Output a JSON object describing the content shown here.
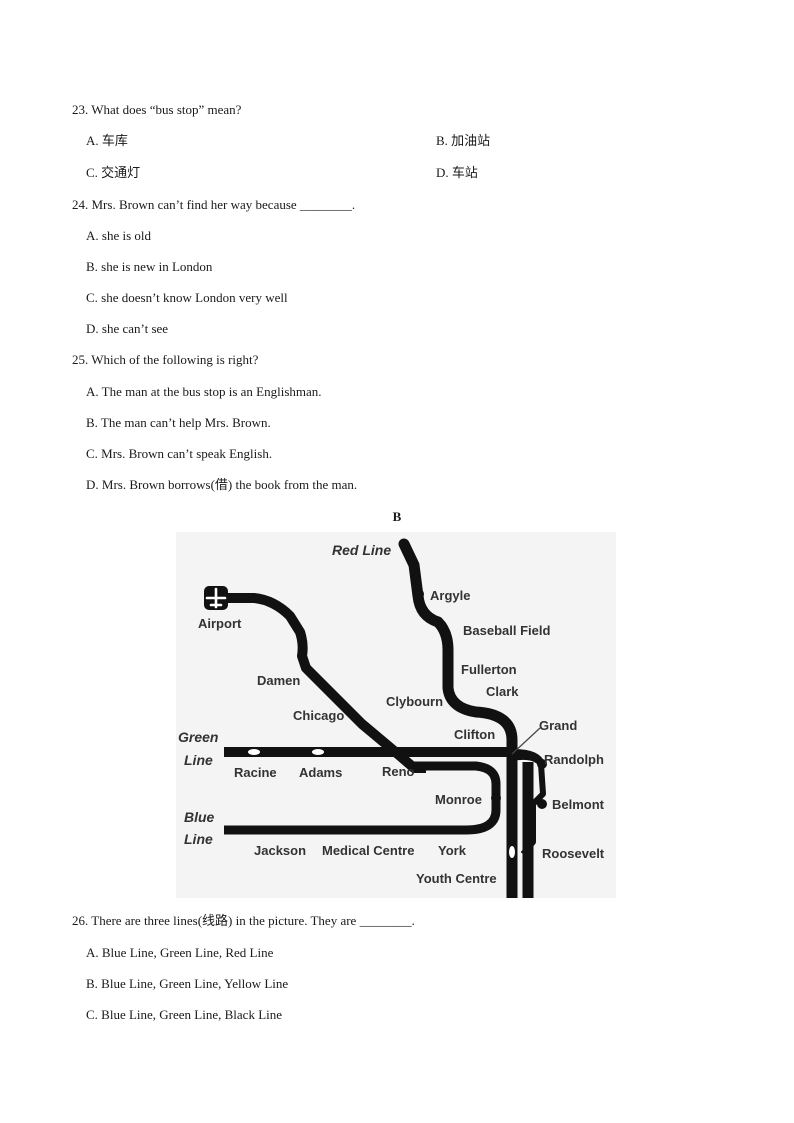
{
  "questions": [
    {
      "stem": "23. What does “bus stop” mean?",
      "options": [
        "A.  车库",
        "B.  加油站",
        "C.  交通灯",
        "D.  车站"
      ]
    },
    {
      "stem": "24. Mrs. Brown can’t find her way because ________.",
      "options": [
        "A. she is old",
        "B. she is new in London",
        "C. she doesn’t know London very well",
        "D. she can’t see"
      ]
    },
    {
      "stem": "25. Which of the following is right?",
      "options": [
        "A.  The man at the bus stop is an Englishman.",
        "B. The man can’t help Mrs. Brown.",
        "C. Mrs. Brown can’t speak English.",
        "D. Mrs. Brown borrows(借) the book from the man."
      ]
    },
    {
      "stem": "26. There are three lines(线路) in the picture. They are ________.",
      "options": [
        "A. Blue  Line,  Green Line,  Red Line",
        "B. Blue  Line,  Green Line,  Yellow  Line",
        "C. Blue  Line,  Green Line,  Black Line"
      ]
    }
  ],
  "section_label": "B",
  "map": {
    "lines": {
      "red": "Red Line",
      "green_1": "Green",
      "green_2": "Line",
      "blue_1": "Blue",
      "blue_2": "Line"
    },
    "stations": {
      "airport": "Airport",
      "damen": "Damen",
      "chicago": "Chicago",
      "racine": "Racine",
      "adams": "Adams",
      "reno": "Reno",
      "argyle": "Argyle",
      "baseball_field": "Baseball Field",
      "fullerton": "Fullerton",
      "clark": "Clark",
      "clybourn": "Clybourn",
      "clifton": "Clifton",
      "grand": "Grand",
      "randolph": "Randolph",
      "monroe": "Monroe",
      "belmont": "Belmont",
      "jackson": "Jackson",
      "medical_centre": "Medical Centre",
      "york": "York",
      "roosevelt": "Roosevelt",
      "youth_centre": "Youth Centre"
    },
    "icons": [
      "airplane-icon"
    ]
  }
}
